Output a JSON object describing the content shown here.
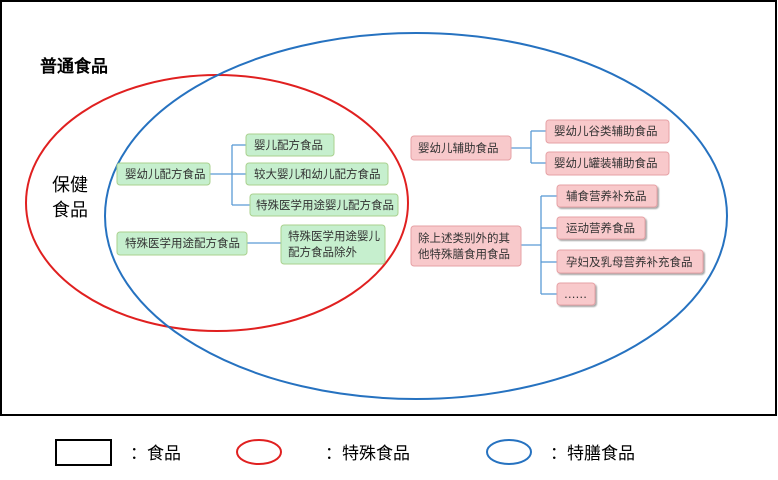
{
  "outer_label": "普通食品",
  "red_ellipse_label": [
    "保健",
    "食品"
  ],
  "green_groups": [
    {
      "label": "婴幼儿配方食品",
      "children": [
        "婴儿配方食品",
        "较大婴儿和幼儿配方食品",
        "特殊医学用途婴儿配方食品"
      ]
    },
    {
      "label": "特殊医学用途配方食品",
      "children": [
        [
          "特殊医学用途婴儿",
          "配方食品除外"
        ]
      ]
    }
  ],
  "pink_groups": [
    {
      "label": "婴幼儿辅助食品",
      "children": [
        "婴幼儿谷类辅助食品",
        "婴幼儿罐装辅助食品"
      ]
    },
    {
      "label": [
        "除上述类别外的其",
        "他特殊膳食用食品"
      ],
      "children": [
        "辅食营养补充品",
        "运动营养食品",
        "孕妇及乳母营养补充食品",
        "……"
      ]
    }
  ],
  "legend": [
    {
      "shape": "rect",
      "label": "：食品"
    },
    {
      "shape": "ellipse",
      "color": "#e02020",
      "label": "：特殊食品"
    },
    {
      "shape": "ellipse",
      "color": "#2672c0",
      "label": "：特膳食品"
    }
  ],
  "colors": {
    "green_fill": "#c6efce",
    "green_stroke": "#a9d18e",
    "pink_fill": "#f8c9cb",
    "pink_stroke": "#e6a1a5",
    "connector": "#5b9bd5",
    "red": "#e02020",
    "blue": "#2672c0"
  }
}
